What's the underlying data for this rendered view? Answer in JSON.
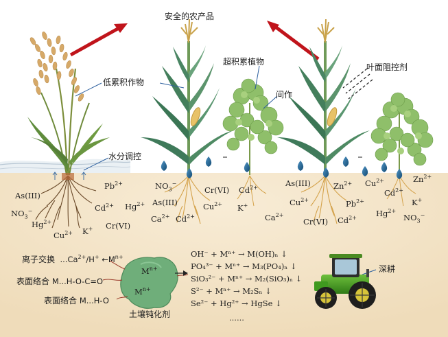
{
  "labels": {
    "safe_products": "安全的农产品",
    "low_accumulation_crop": "低累积作物",
    "hyperaccumulator": "超积累植物",
    "foliar_inhibitor": "叶面阻控剂",
    "intercropping": "间作",
    "water_regulation": "水分调控",
    "deep_tillage": "深耕",
    "passivator": "土壤钝化剂",
    "ion_exchange": "离子交换",
    "surface_complex_1": "表面络合",
    "surface_complex_2": "表面络合"
  },
  "passivator_ions": [
    "M",
    "M"
  ],
  "ion_exchange_formula": {
    "prefix": "...Ca",
    "mid": "/H",
    "arrow": "←M"
  },
  "surface_complex_formula_1": "M...H-O-C=O",
  "surface_complex_formula_2": "M...H-O",
  "reactions": [
    "OH⁻ + Mⁿ⁺ → M(OH)ₙ ↓",
    "PO₄³⁻ + Mⁿ⁺ → M₃(PO₄)ₙ ↓",
    "SiO₃²⁻ + Mⁿ⁺ → M₂(SiO₃)ₙ ↓",
    "S²⁻ + Mⁿ⁺ → M₂Sₙ ↓",
    "Se²⁻ + Hg²⁺ → HgSe ↓",
    "......"
  ],
  "colors": {
    "soil": "#f5e7cd",
    "arrow_red": "#c0141b",
    "leaf_green": "#4e8a63",
    "hyper_green": "#8fbf6a",
    "water_drop": "#1f5f8a",
    "tractor_green": "#3f9a1f",
    "passivator_green": "#6fae7a"
  },
  "icons": [
    "rice-plant-icon",
    "corn-plant-icon",
    "hyperaccumulator-plant-icon",
    "water-drop-icon",
    "tractor-icon",
    "red-arrow-icon"
  ]
}
